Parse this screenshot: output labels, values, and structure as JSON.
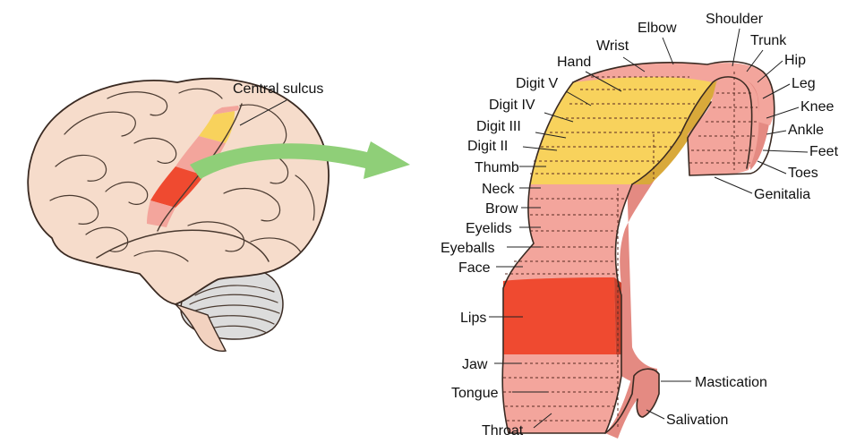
{
  "labels": {
    "central_sulcus": "Central sulcus",
    "hand": "Hand",
    "wrist": "Wrist",
    "elbow": "Elbow",
    "shoulder": "Shoulder",
    "trunk": "Trunk",
    "hip": "Hip",
    "leg": "Leg",
    "knee": "Knee",
    "ankle": "Ankle",
    "feet": "Feet",
    "toes": "Toes",
    "genitalia": "Genitalia",
    "digit_v": "Digit V",
    "digit_iv": "Digit IV",
    "digit_iii": "Digit III",
    "digit_ii": "Digit II",
    "thumb": "Thumb",
    "neck": "Neck",
    "brow": "Brow",
    "eyelids": "Eyelids",
    "eyeballs": "Eyeballs",
    "face": "Face",
    "lips": "Lips",
    "jaw": "Jaw",
    "tongue": "Tongue",
    "throat": "Throat",
    "mastication": "Mastication",
    "salivation": "Salivation"
  },
  "colors": {
    "brain_fill": "#f6dccb",
    "cerebellum_fill": "#dcdcdc",
    "arrow": "#8fcf78",
    "light_red": "#f3a59c",
    "yellow": "#f8d25c",
    "dark_yellow": "#d9a93a",
    "red": "#ef4a30",
    "dark_red": "#c8402c",
    "side_pink": "#e48a82"
  }
}
